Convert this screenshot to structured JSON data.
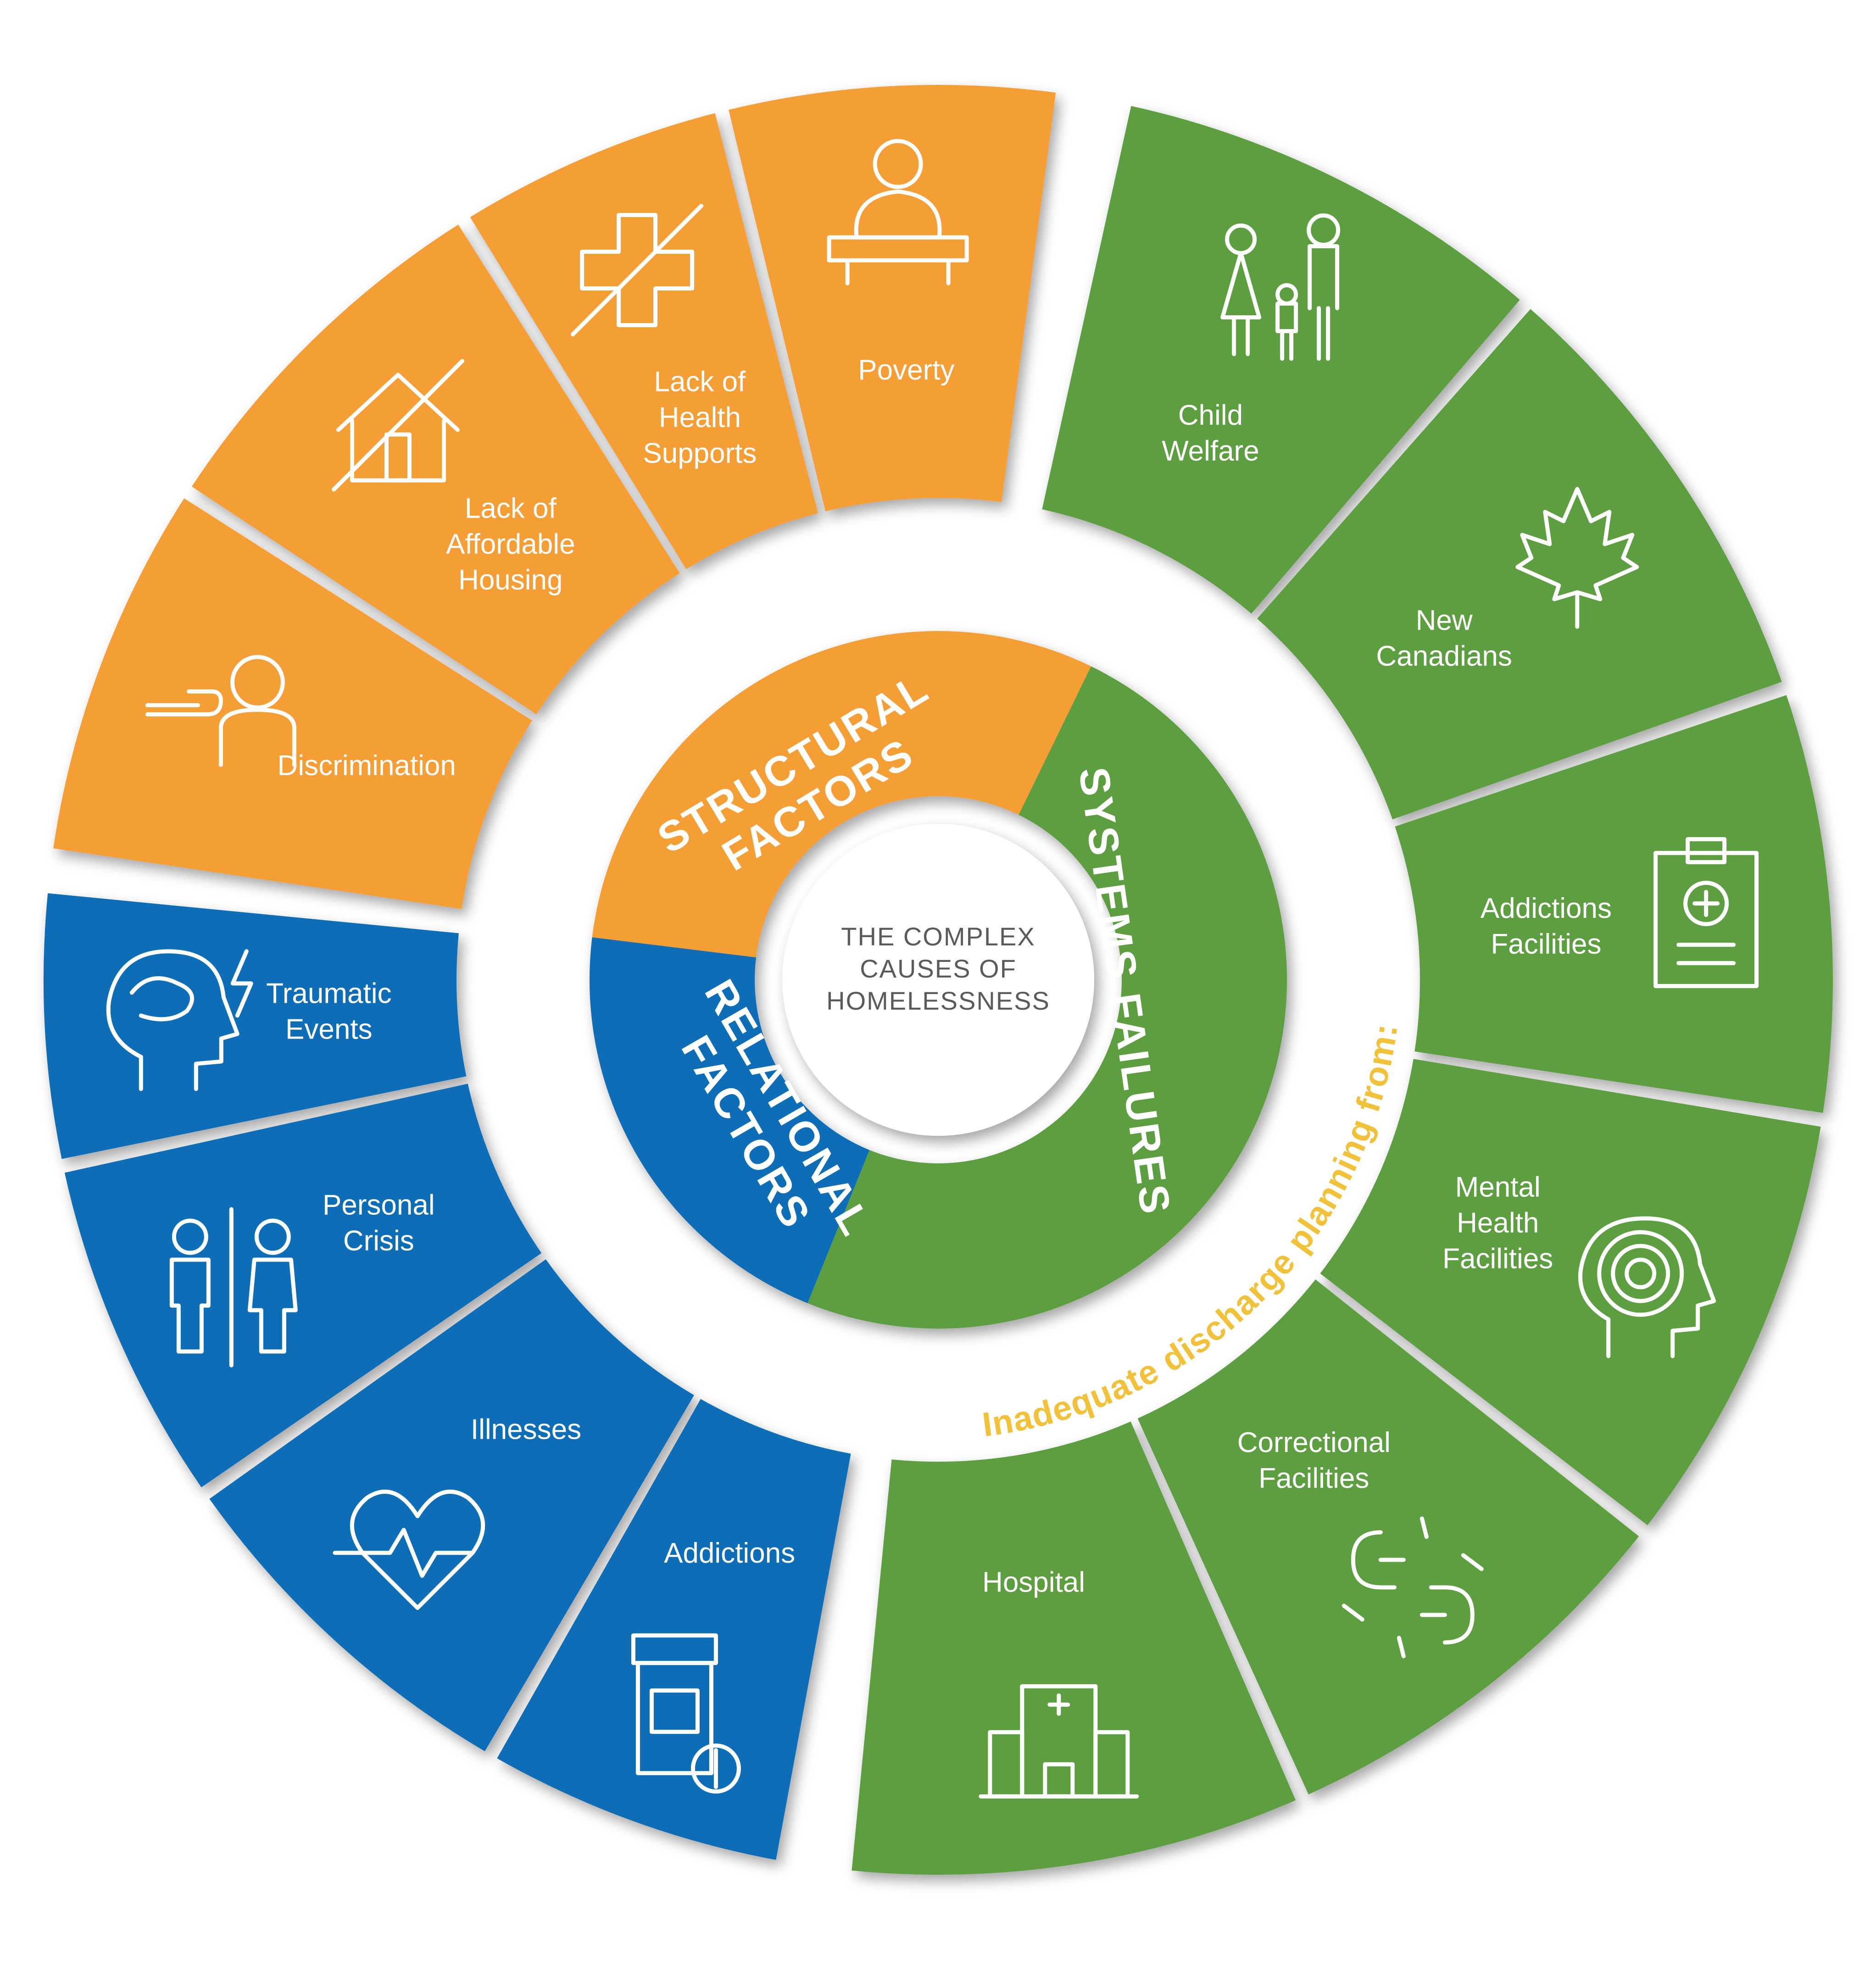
{
  "colors": {
    "structural": "#F59E36",
    "relational": "#0A6DB7",
    "systems": "#5B9E40",
    "note": "#F2C13A",
    "center_text": "#5A5A5A"
  },
  "center": {
    "lines": [
      "THE COMPLEX",
      "CAUSES OF",
      "HOMELESSNESS"
    ]
  },
  "categories": {
    "structural": [
      "STRUCTURAL",
      "FACTORS"
    ],
    "relational": [
      "RELATIONAL",
      "FACTORS"
    ],
    "systems": "SYSTEMS FAILURES"
  },
  "note": "Inadequate discharge planning from:",
  "segments": [
    {
      "group": "structural",
      "label": [
        "Discrimination"
      ],
      "icon": "discrimination-pointing-icon"
    },
    {
      "group": "structural",
      "label": [
        "Lack of",
        "Affordable",
        "Housing"
      ],
      "icon": "no-house-icon"
    },
    {
      "group": "structural",
      "label": [
        "Lack of",
        "Health",
        "Supports"
      ],
      "icon": "no-health-cross-icon"
    },
    {
      "group": "structural",
      "label": [
        "Poverty"
      ],
      "icon": "person-sitting-icon"
    },
    {
      "group": "systems",
      "label": [
        "Child",
        "Welfare"
      ],
      "icon": "family-icon"
    },
    {
      "group": "systems",
      "label": [
        "New",
        "Canadians"
      ],
      "icon": "maple-leaf-icon"
    },
    {
      "group": "systems",
      "label": [
        "Addictions",
        "Facilities"
      ],
      "icon": "clipboard-medical-icon"
    },
    {
      "group": "systems",
      "label": [
        "Mental",
        "Health",
        "Facilities"
      ],
      "icon": "mind-head-icon"
    },
    {
      "group": "systems",
      "label": [
        "Correctional",
        "Facilities"
      ],
      "icon": "broken-chain-icon"
    },
    {
      "group": "systems",
      "label": [
        "Hospital"
      ],
      "icon": "hospital-building-icon"
    },
    {
      "group": "relational",
      "label": [
        "Addictions"
      ],
      "icon": "pill-bottle-icon"
    },
    {
      "group": "relational",
      "label": [
        "Illnesses"
      ],
      "icon": "heartbeat-icon"
    },
    {
      "group": "relational",
      "label": [
        "Personal",
        "Crisis"
      ],
      "icon": "couple-icon"
    },
    {
      "group": "relational",
      "label": [
        "Traumatic",
        "Events"
      ],
      "icon": "head-trauma-icon"
    }
  ]
}
